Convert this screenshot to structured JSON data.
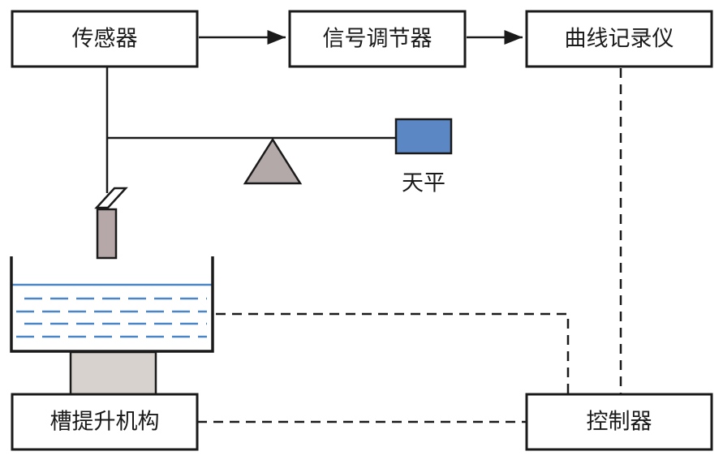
{
  "blocks": {
    "sensor": "传感器",
    "signal_conditioner": "信号调节器",
    "curve_recorder": "曲线记录仪",
    "balance": "天平",
    "tank_lift": "槽提升机构",
    "controller": "控制器"
  },
  "colors": {
    "line": "#1a1a1a",
    "weight_block": "#5b87c4",
    "fulcrum": "#b3a9a9",
    "sample": "#b6a8a8",
    "liquid": "#4a86c5",
    "lift_platform": "#d8d2cf"
  }
}
